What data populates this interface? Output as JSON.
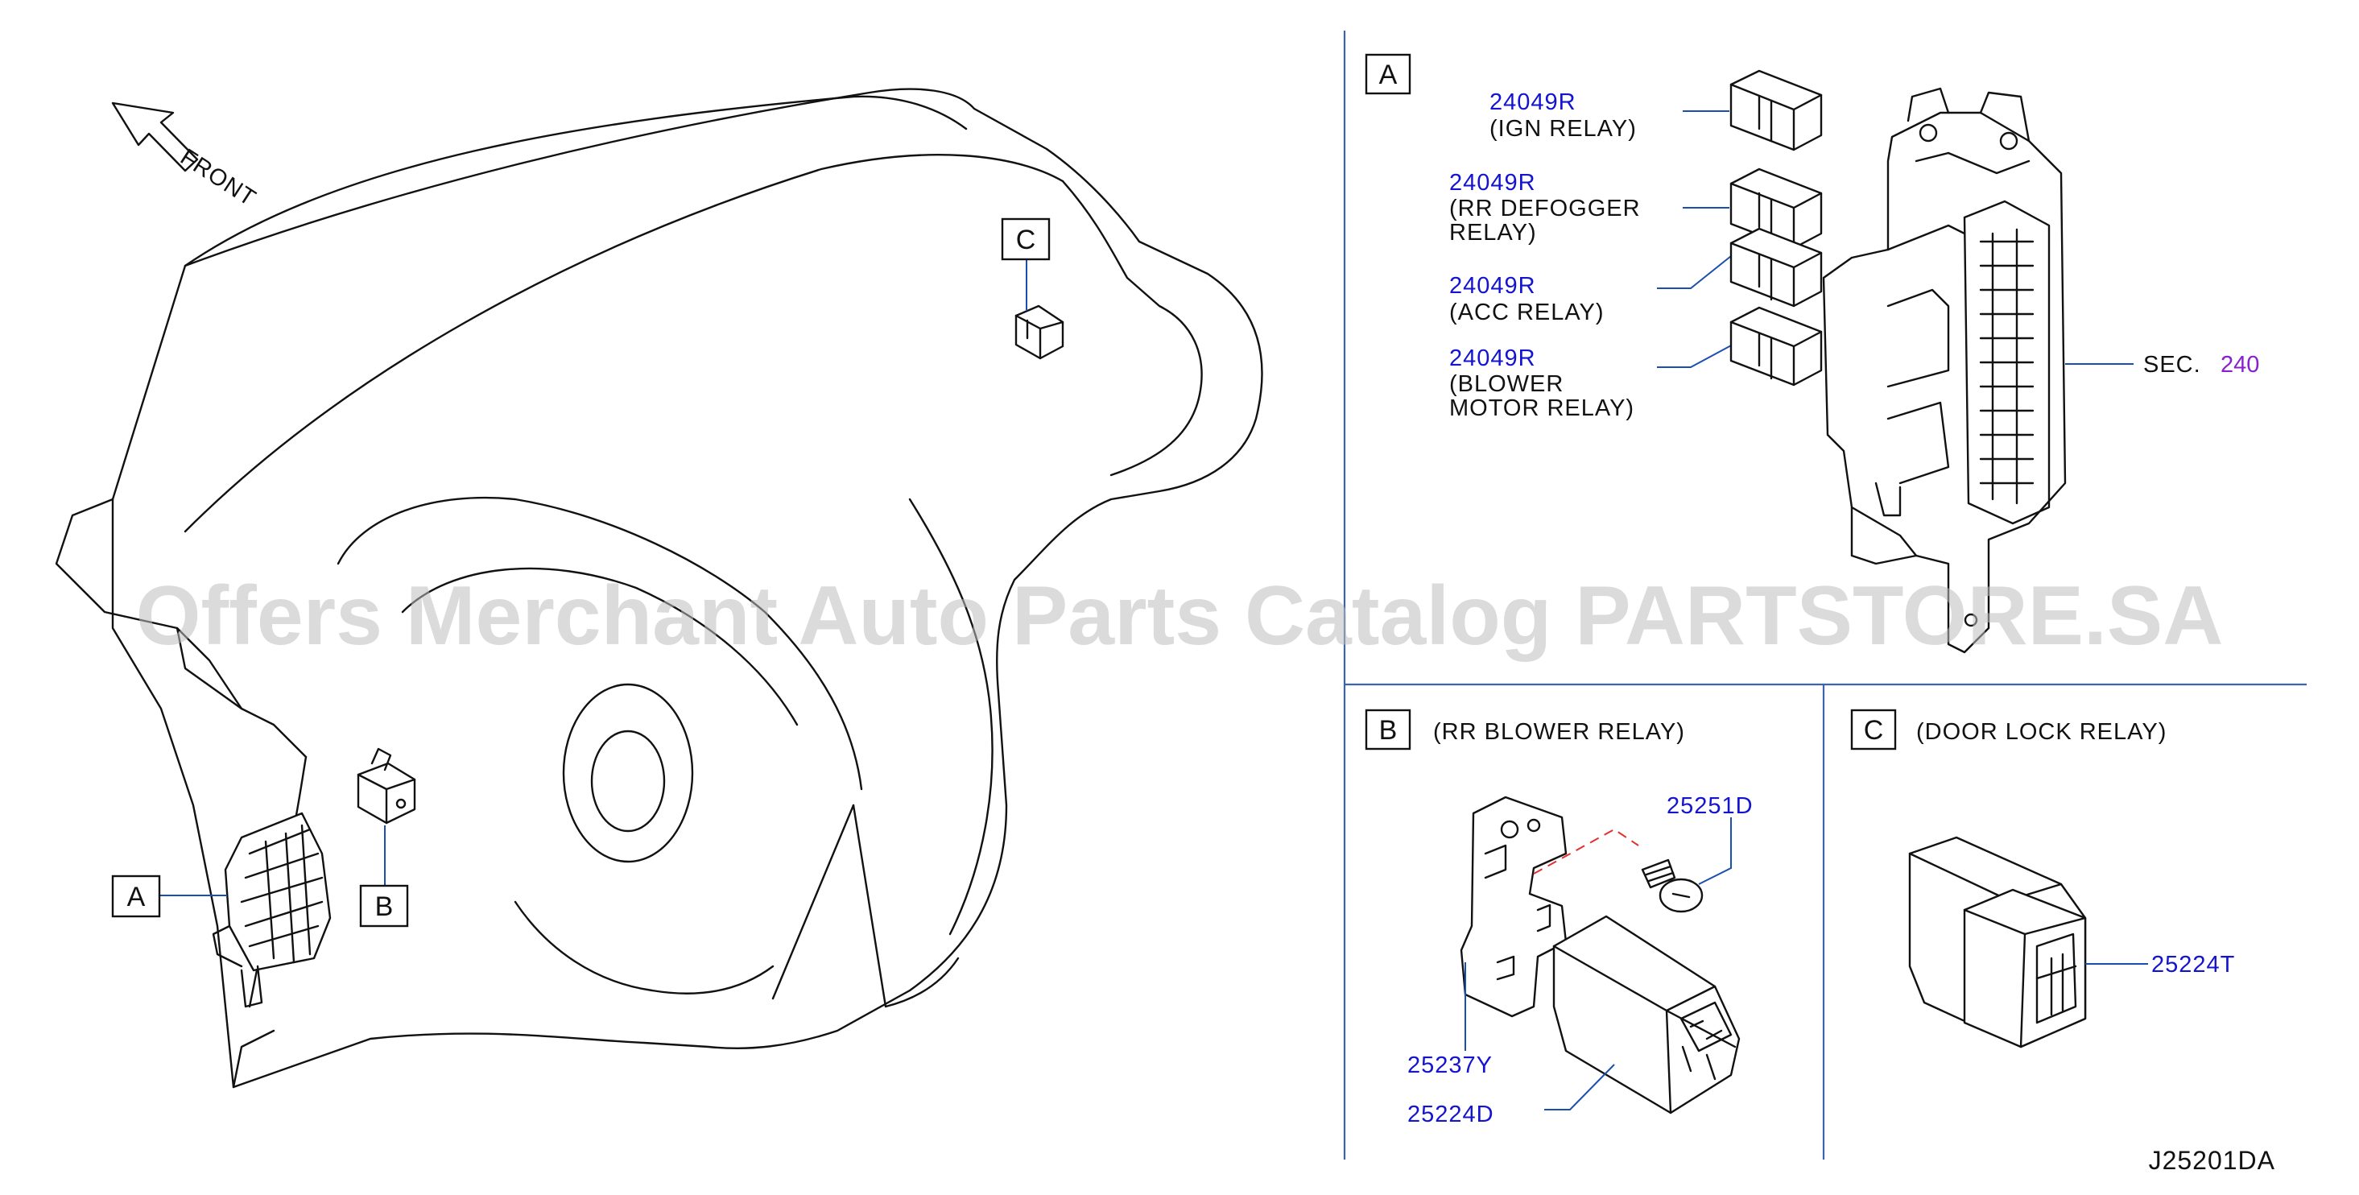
{
  "callouts": {
    "a": "A",
    "b": "B",
    "c": "C"
  },
  "front_label": "FRONT",
  "panel_a": {
    "ign": {
      "part": "24049R",
      "name": "(IGN   RELAY)"
    },
    "rr_defogger": {
      "part": "24049R",
      "name_line1": "(RR   DEFOGGER",
      "name_line2": "RELAY)"
    },
    "acc": {
      "part": "24049R",
      "name": "(ACC   RELAY)"
    },
    "blower": {
      "part": "24049R",
      "name_line1": "(BLOWER",
      "name_line2": "MOTOR   RELAY)"
    },
    "sec_label": "SEC.",
    "sec_number": "240"
  },
  "panel_b": {
    "title": "(RR   BLOWER   RELAY)",
    "screw_part": "25251D",
    "bracket_part": "25237Y",
    "relay_part": "25224D"
  },
  "panel_c": {
    "title": "(DOOR   LOCK   RELAY)",
    "relay_part": "25224T"
  },
  "diagram_id": "J25201DA",
  "watermark": "Offers Merchant Auto Parts Catalog PARTSTORE.SA"
}
